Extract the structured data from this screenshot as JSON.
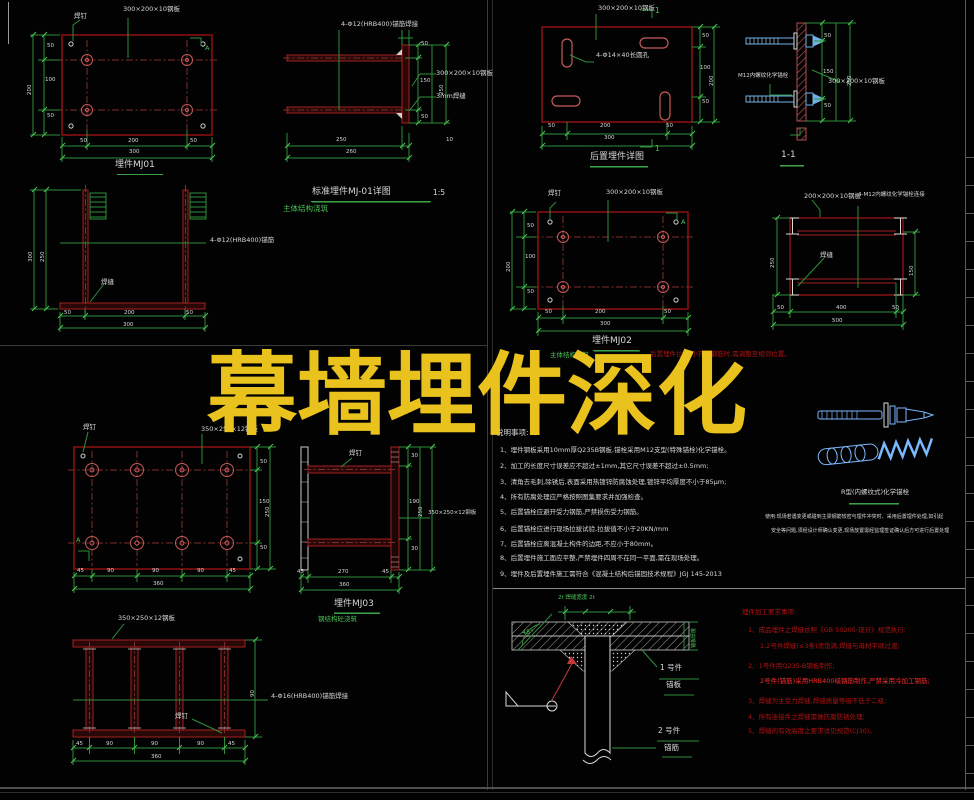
{
  "title": "幕墙埋件深化",
  "colors": {
    "background": "#000000",
    "drawing_red": "#9b1111",
    "dimension_green": "#3da048",
    "text_white": "#dcdcdc",
    "title_yellow": "#eac21d",
    "anchor_blue": "#7ab8ff",
    "note_red": "#b01212"
  },
  "panels": {
    "mj01_plan": {
      "label": "埋件MJ01",
      "leader_stud": "焊钉",
      "leader_plate": "300×200×10钢板",
      "section_mark": "A",
      "dim_bottom": [
        "50",
        "200",
        "50"
      ],
      "dim_bottom_total": "300",
      "dim_left": [
        "50",
        "100",
        "50"
      ],
      "dim_left_total": "200"
    },
    "mj01_side": {
      "caption": "标准埋件MJ-01详图",
      "scale": "1:5",
      "subcaption": "主体结构浇筑",
      "leader_anchor": "4-Φ12(HRB400)锚筋焊接",
      "leader_plate": "300×200×10钢板",
      "leader_weld": "3mm焊缝",
      "dim_bottom": [
        "250",
        "10"
      ],
      "dim_bottom_total": "260",
      "dim_right": [
        "50",
        "150",
        "50"
      ],
      "dim_right_total": "250"
    },
    "mj01_elev": {
      "leader_anchor": "4-Φ12(HRB400)锚筋",
      "leader_weld": "焊缝",
      "dim_left_inner": "250",
      "dim_left_total": "300",
      "dim_bottom": [
        "50",
        "200",
        "50"
      ],
      "dim_bottom_total": "300"
    },
    "rear_plate": {
      "label": "后置埋件详图",
      "leader_plate": "300×200×10钢板",
      "leader_slot": "4-Φ14×40长圆孔",
      "section_mark": "1",
      "dim_bottom": [
        "50",
        "200",
        "50"
      ],
      "dim_bottom_total": "300",
      "dim_right": [
        "50",
        "100",
        "50"
      ],
      "dim_right_total": "200"
    },
    "section_1_1": {
      "label": "1-1",
      "leader_bolt": "M12内螺纹化学锚栓",
      "leader_plate": "300×200×10钢板",
      "dim_right": [
        "50",
        "150",
        "50"
      ],
      "dim_right_total": "250"
    },
    "mj02_plan": {
      "label": "埋件MJ02",
      "subcaption": "主体结构浇筑",
      "leader_stud": "焊钉",
      "leader_plate": "300×200×10钢板",
      "section_mark": "A",
      "dim_bottom": [
        "50",
        "200",
        "50"
      ],
      "dim_bottom_total": "300",
      "dim_left": [
        "50",
        "100",
        "50"
      ],
      "dim_left_total": "200",
      "red_note": "后置埋件位置:小孔遇钢筋时,需调整至相邻位置。"
    },
    "frame_view": {
      "leader_plate": "200×200×10钢板",
      "leader_bolt": "4-M12内螺纹化学锚栓连接",
      "leader_weld": "焊缝",
      "dim_left": "250",
      "dim_right": "150",
      "dim_bottom": [
        "50",
        "400",
        "50"
      ],
      "dim_bottom_total": "500"
    },
    "notes": {
      "heading": "说明事项:",
      "items": [
        "1、埋件钢板采用10mm厚Q235B钢板,锚栓采用M12支型(特殊锚栓)化学锚栓。",
        "2、加工的长度尺寸误差应不超过±1mm,其它尺寸误差不超过±0.5mm;",
        "3、清角去毛刺,除锈后,表面采用热镀锌防腐蚀处理,镀锌平均厚度不小于85μm;",
        "4、所有防腐处理应严格按照图集要求并加强检查。",
        "5、后置锚栓应避开受力钢筋,严禁损伤受力钢筋。",
        "6、后置锚栓应进行现场拉拔试验,拉拔值不小于20KN/mm",
        "7、后置锚栓应离混凝土构件的边距,不应小于80mm。",
        "8、后置埋件施工面应平整,严禁埋件四周不在同一平面,需在现场处理。",
        "9、埋件及后置埋件施工需符合《混凝土结构后锚固技术规程》JGJ 145-2013"
      ]
    },
    "anchor_fig": {
      "caption": "R型(内螺纹式)化学锚栓",
      "usage_line1": "使用:现场若遇变更或碰到主梁钢筋较密与埋件冲突时、采用后置埋件处理,如引起",
      "usage_line2": "安全等问题,须经设计师确认变更,现场放置需经监理签证确认后方可进行后置处理"
    },
    "mj03_plan": {
      "leader_stud": "焊钉",
      "leader_plate": "350×250×12钢板",
      "section_mark": "A",
      "dim_right": [
        "50",
        "150",
        "50"
      ],
      "dim_right_total": "250",
      "dim_bottom": [
        "45",
        "90",
        "90",
        "90",
        "45"
      ],
      "dim_bottom_total": "360"
    },
    "mj03_side": {
      "caption": "埋件MJ03",
      "subcaption": "钢结构砼浇筑",
      "leader_stud": "焊钉",
      "leader_plate": "350×250×12钢板",
      "dim_right": [
        "30",
        "190",
        "30"
      ],
      "dim_right_total": "250",
      "dim_bottom": [
        "45",
        "270",
        "45"
      ],
      "dim_bottom_total": "360"
    },
    "mj03_elev": {
      "leader_plate": "350×250×12钢板",
      "leader_anchor": "4-Φ16(HRB400)锚筋焊接",
      "leader_stud": "焊钉",
      "dim_right": "90",
      "dim_bottom": [
        "45",
        "90",
        "90",
        "90",
        "45"
      ],
      "dim_bottom_total": "360"
    },
    "weld_detail": {
      "dim_top": "2t 焊缝宽度 2t",
      "angle": "45°",
      "dim_right": "锚板厚度",
      "part1": "1 号件",
      "part1_name": "锚板",
      "part2": "2 号件",
      "part2_name": "锚筋"
    },
    "weld_notes": {
      "heading": "埋件加工要求事项:",
      "items": [
        {
          "text": "1、成品埋件之焊缝依照《GB 50205-现行》规范执行;"
        },
        {
          "text": "1,2号件焊缝(≤3条)须饱满,焊缝与母材平顺过渡;"
        },
        {
          "text": "2、1号件用Q235-B钢板制作;"
        },
        {
          "text": "2号件(锚筋)采用HRB400级钢筋制作,严禁采用冷加工钢筋;"
        },
        {
          "text": "3、焊缝为主受力焊缝,焊缝质量等级不低于二级;"
        },
        {
          "text": "4、所有连接件之焊缝需做防腐防锈处理;"
        },
        {
          "text": "5、焊缝的有效高度之要求详见规范(CJ30)。"
        }
      ]
    }
  }
}
